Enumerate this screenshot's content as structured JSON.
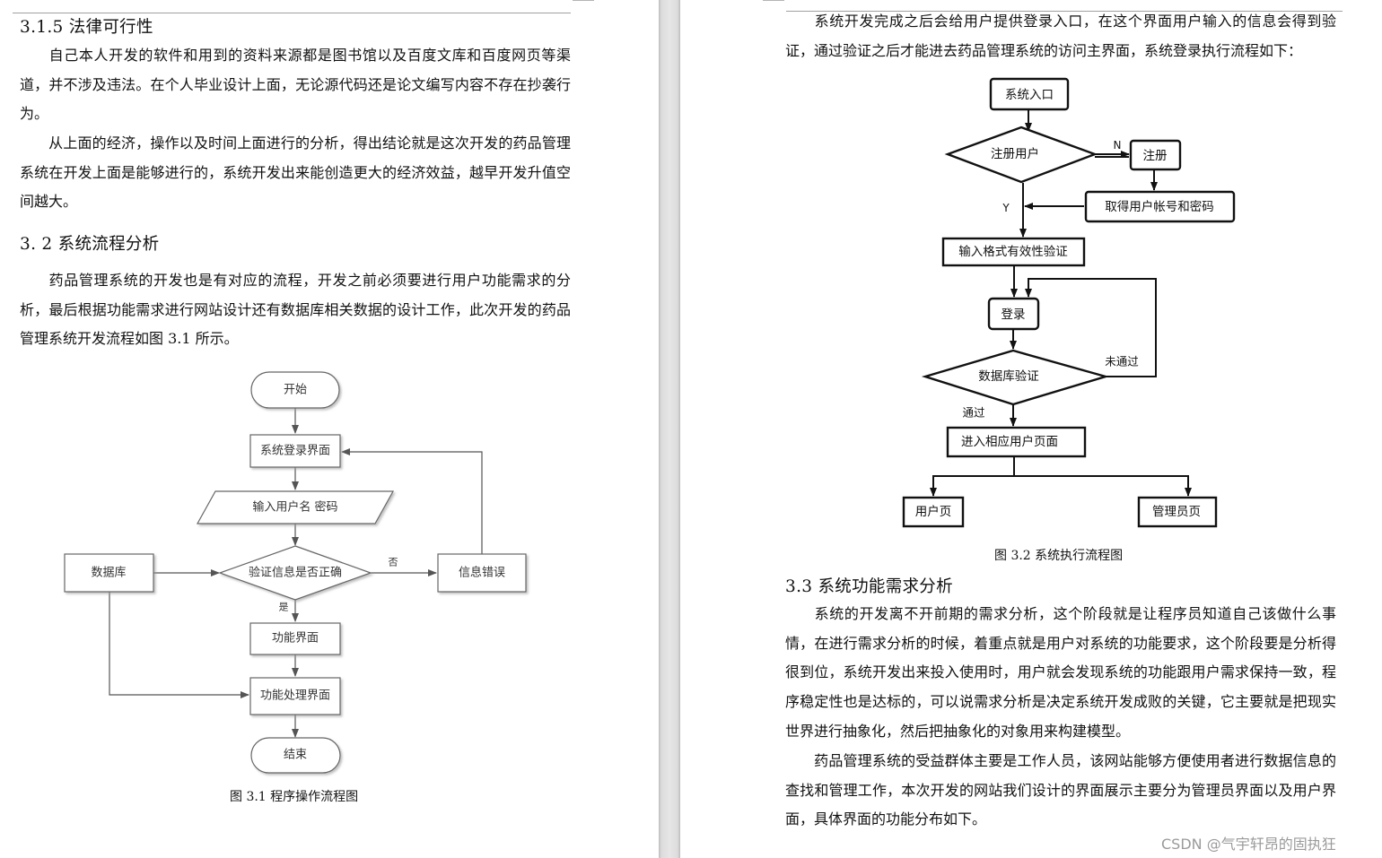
{
  "left_page": {
    "section_315": {
      "title": "3.1.5  法律可行性",
      "p1": "自己本人开发的软件和用到的资料来源都是图书馆以及百度文库和百度网页等渠道，并不涉及违法。在个人毕业设计上面，无论源代码还是论文编写内容不存在抄袭行为。",
      "p2": "从上面的经济，操作以及时间上面进行的分析，得出结论就是这次开发的药品管理系统在开发上面是能够进行的，系统开发出来能创造更大的经济效益，越早开发升值空间越大。"
    },
    "section_32": {
      "title": "3. 2 系统流程分析",
      "p1": "药品管理系统的开发也是有对应的流程，开发之前必须要进行用户功能需求的分析，最后根据功能需求进行网站设计还有数据库相关数据的设计工作，此次开发的药品管理系统开发流程如图 3.1 所示。"
    },
    "figure_31": {
      "nodes": {
        "start": "开始",
        "login_screen": "系统登录界面",
        "input_credentials": "输入用户名 密码",
        "database": "数据库",
        "verify": "验证信息是否正确",
        "error": "信息错误",
        "function_screen": "功能界面",
        "function_process": "功能处理界面",
        "end": "结束"
      },
      "labels": {
        "no": "否",
        "yes": "是"
      },
      "caption": "图 3.1  程序操作流程图"
    }
  },
  "right_page": {
    "intro": "系统开发完成之后会给用户提供登录入口，在这个界面用户输入的信息会得到验证，通过验证之后才能进去药品管理系统的访问主界面，系统登录执行流程如下：",
    "figure_32": {
      "nodes": {
        "entry": "系统入口",
        "register_user": "注册用户",
        "register": "注册",
        "get_account": "取得用户帐号和密码",
        "format_check": "输入格式有效性验证",
        "login": "登录",
        "db_verify": "数据库验证",
        "enter_page": "进入相应用户页面",
        "user_page": "用户页",
        "admin_page": "管理员页"
      },
      "labels": {
        "n": "N",
        "y": "Y",
        "failed": "未通过",
        "passed": "通过"
      },
      "caption": "图 3.2  系统执行流程图"
    },
    "section_33": {
      "title": "3.3 系统功能需求分析",
      "p1": "系统的开发离不开前期的需求分析，这个阶段就是让程序员知道自己该做什么事情，在进行需求分析的时候，着重点就是用户对系统的功能要求，这个阶段要是分析得很到位，系统开发出来投入使用时，用户就会发现系统的功能跟用户需求保持一致，程序稳定性也是达标的，可以说需求分析是决定系统开发成败的关键，它主要就是把现实世界进行抽象化，然后把抽象化的对象用来构建模型。",
      "p2": "药品管理系统的受益群体主要是工作人员，该网站能够方便使用者进行数据信息的查找和管理工作，本次开发的网站我们设计的界面展示主要分为管理员界面以及用户界面，具体界面的功能分布如下。"
    }
  },
  "watermark": "CSDN @气宇轩昂的固执狂"
}
